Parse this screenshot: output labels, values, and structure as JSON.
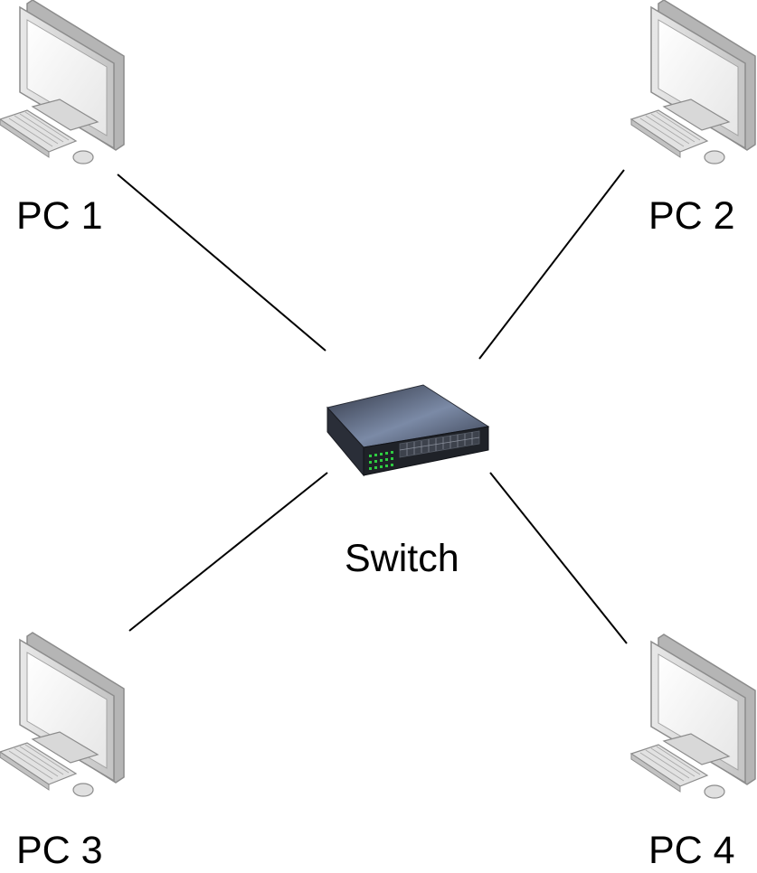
{
  "nodes": {
    "pc1": {
      "label": "PC 1",
      "icon": "desktop-computer-icon"
    },
    "pc2": {
      "label": "PC 2",
      "icon": "desktop-computer-icon"
    },
    "pc3": {
      "label": "PC 3",
      "icon": "desktop-computer-icon"
    },
    "pc4": {
      "label": "PC 4",
      "icon": "desktop-computer-icon"
    },
    "switch": {
      "label": "Switch",
      "icon": "network-switch-icon"
    }
  },
  "links": [
    {
      "from": "PC 1",
      "to": "Switch"
    },
    {
      "from": "PC 2",
      "to": "Switch"
    },
    {
      "from": "PC 3",
      "to": "Switch"
    },
    {
      "from": "PC 4",
      "to": "Switch"
    }
  ],
  "colors": {
    "link": "#000000",
    "monitor_frame": "#dcdcdc",
    "monitor_screen": "#f7f7f7",
    "monitor_outline": "#8c8c8c",
    "switch_body": "#3c4252",
    "switch_front": "#1f2228",
    "port_led": "#2ecc40"
  }
}
